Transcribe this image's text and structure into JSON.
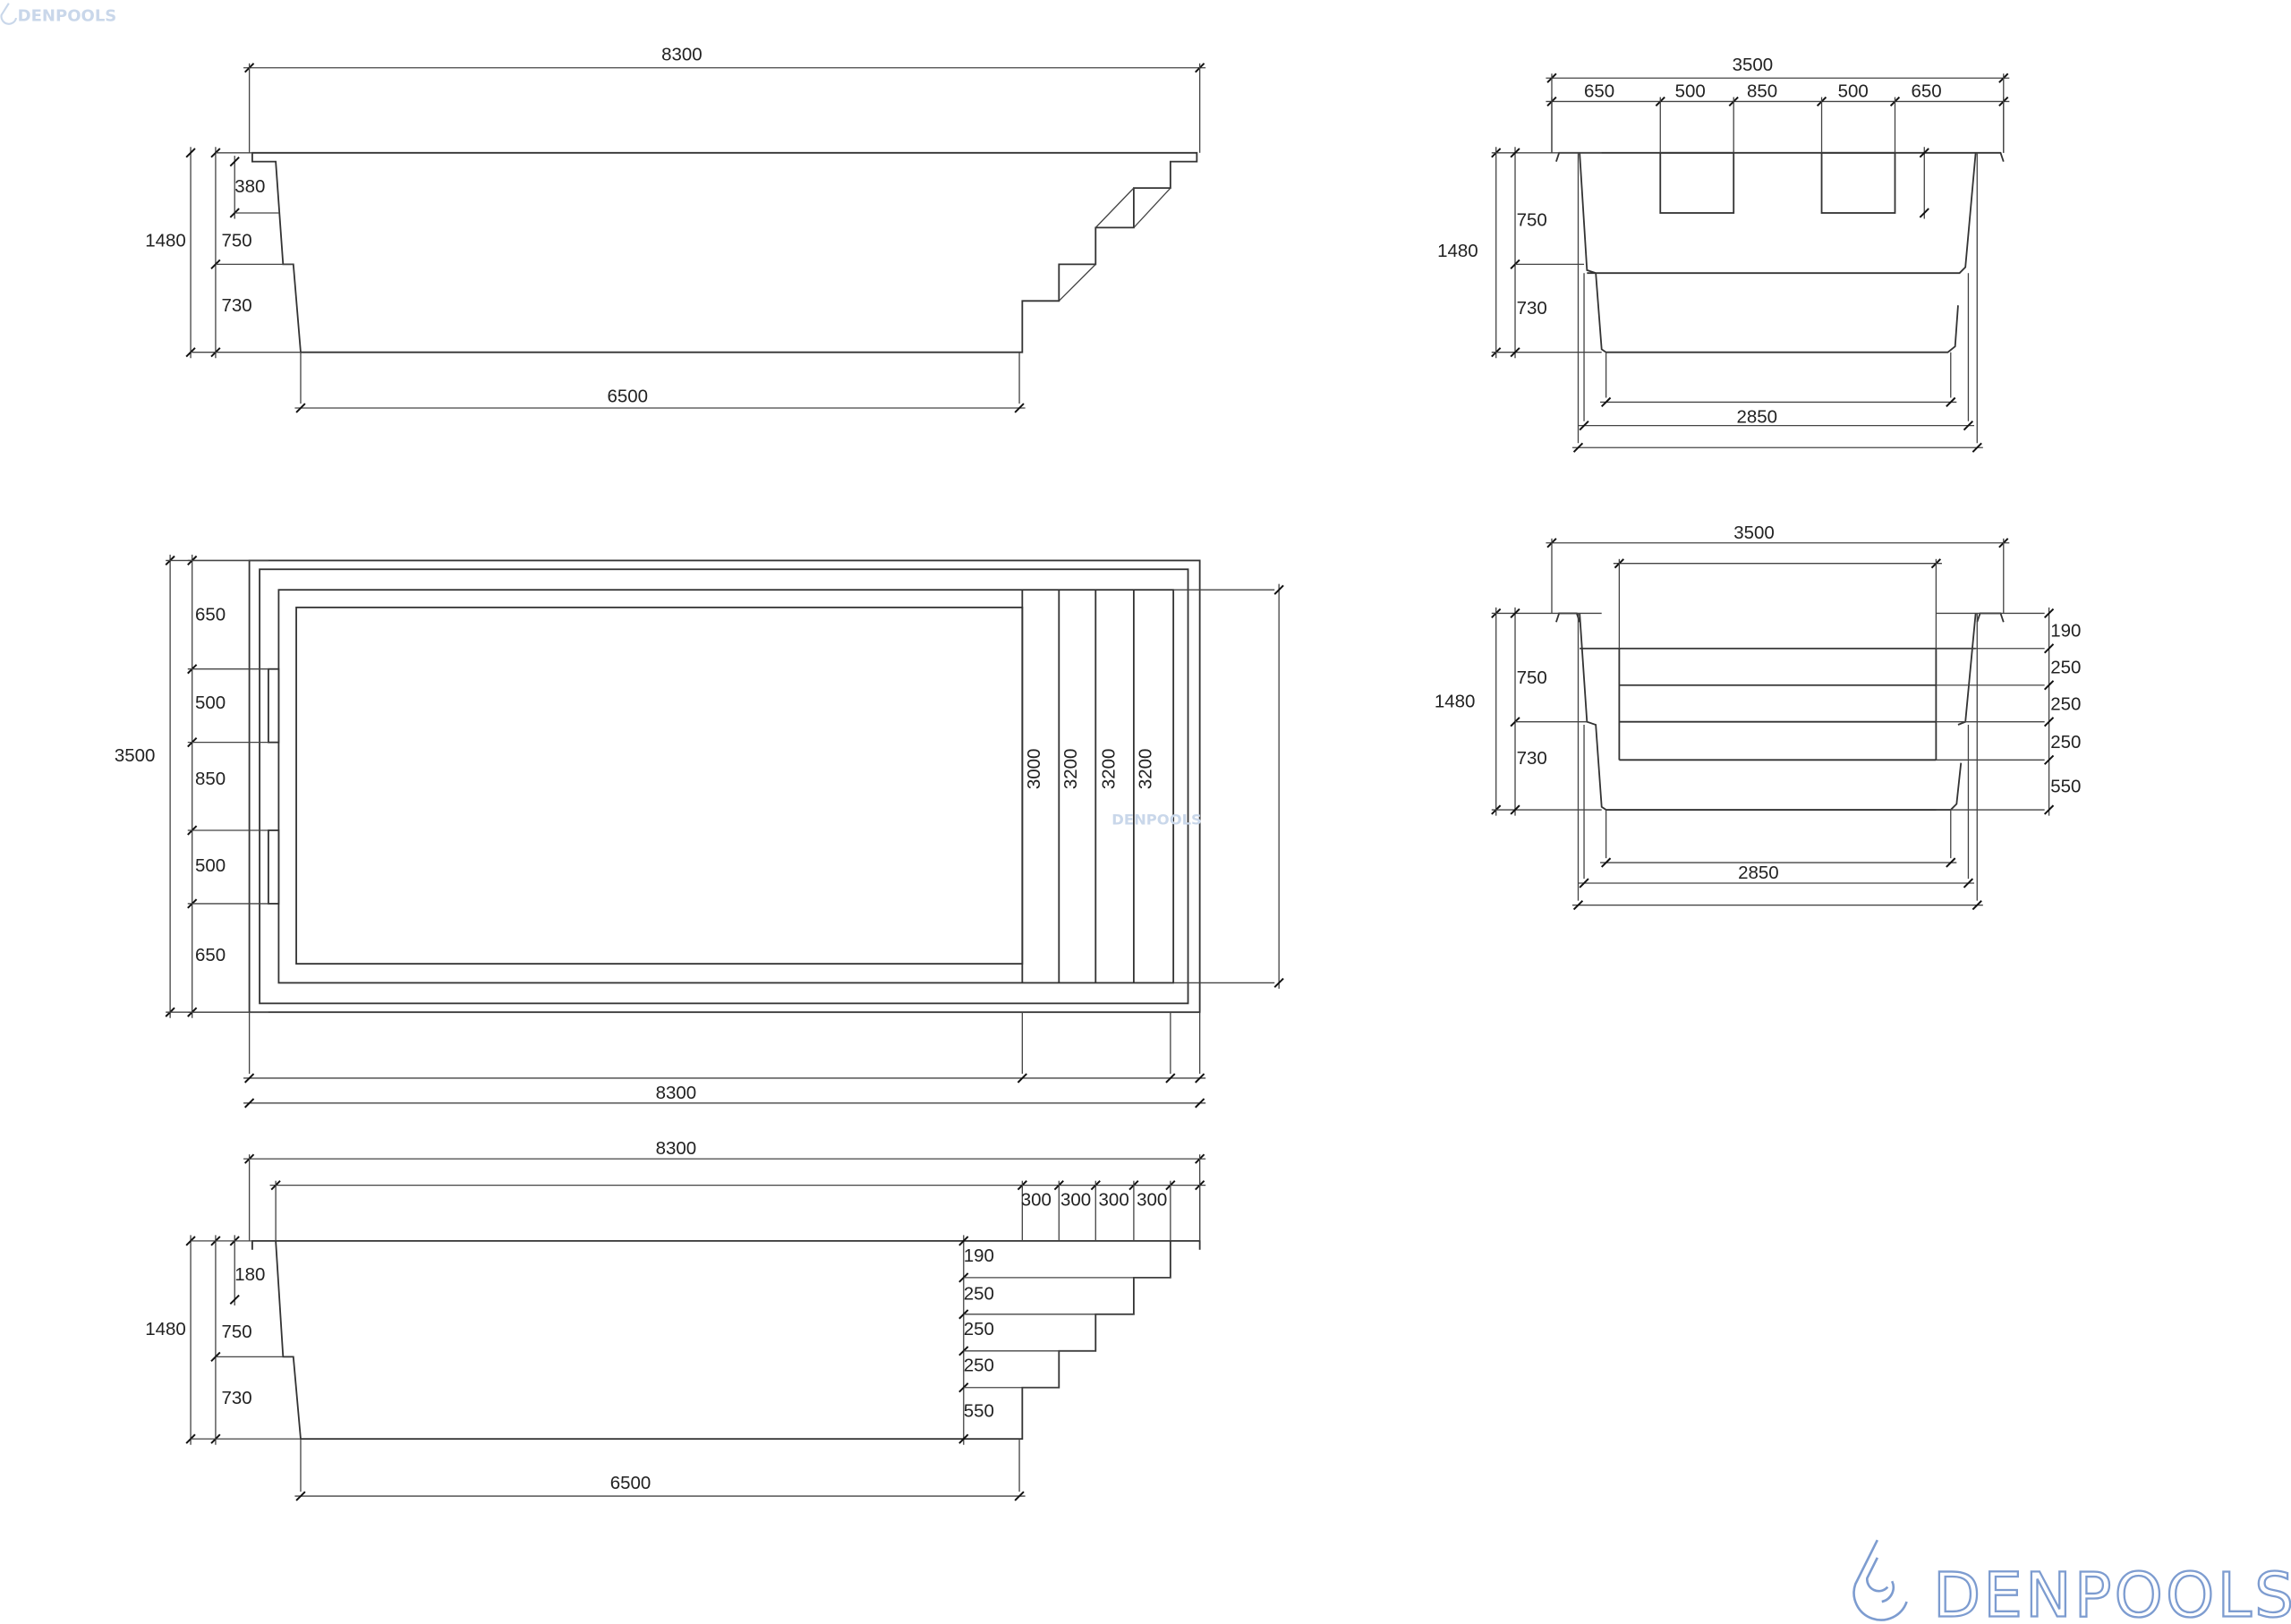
{
  "brand": {
    "name": "DENPOOLS",
    "color": "#7d9cd0",
    "watermark_color": "#c9d7ea"
  },
  "side_view_top": {
    "overall_length": "8300",
    "depth_total": "1480",
    "depth_upper": "750",
    "depth_lower": "730",
    "skimmer_depth": "380",
    "floor_length": "6500"
  },
  "plan_view": {
    "width_total": "3500",
    "width_segments": [
      "650",
      "500",
      "850",
      "500",
      "650"
    ],
    "stair_widths": [
      "3000",
      "3200",
      "3200",
      "3200"
    ],
    "overall_length": "8300",
    "watermark": "DENPOOLS"
  },
  "side_view_bottom": {
    "overall_length": "8300",
    "step_treads": [
      "300",
      "300",
      "300",
      "300"
    ],
    "step_risers": [
      "190",
      "250",
      "250",
      "250",
      "550"
    ],
    "depth_total": "1480",
    "depth_upper": "750",
    "depth_lower": "730",
    "coping_depth": "180",
    "floor_length": "6500"
  },
  "cross_section_skimmers": {
    "width_total": "3500",
    "width_segments": [
      "650",
      "500",
      "850",
      "500",
      "650"
    ],
    "depth_total": "1480",
    "depth_upper": "750",
    "depth_lower": "730",
    "floor_width": "2850"
  },
  "cross_section_stairs": {
    "width_total": "3500",
    "step_risers": [
      "190",
      "250",
      "250",
      "250",
      "550"
    ],
    "depth_total": "1480",
    "depth_upper": "750",
    "depth_lower": "730",
    "floor_width": "2850"
  }
}
